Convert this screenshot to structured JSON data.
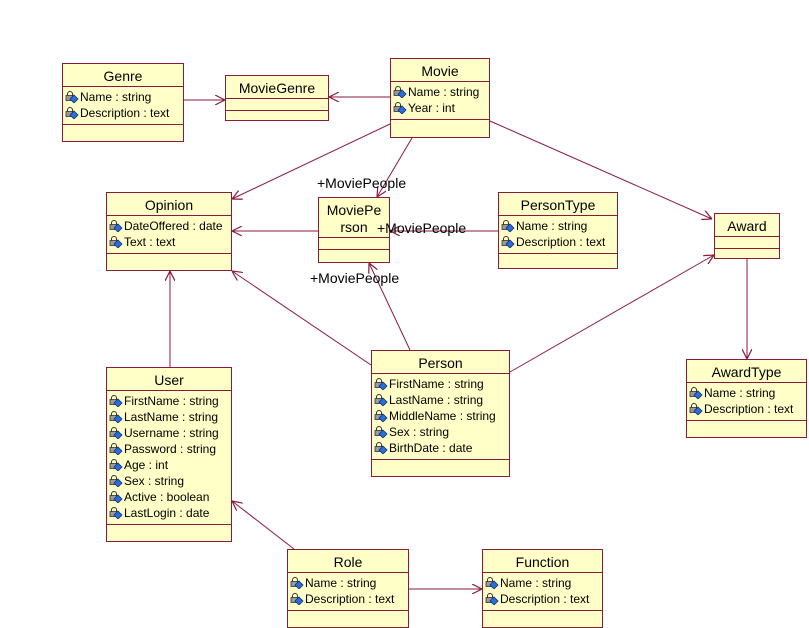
{
  "colors": {
    "class_fill": "#ffffc7",
    "class_border": "#8a1a3a",
    "line": "#8a1a3a",
    "icon_blue": "#2a6fd6"
  },
  "classes": {
    "genre": {
      "name": "Genre",
      "attributes": [
        "Name : string",
        "Description : text"
      ]
    },
    "movie_genre": {
      "name": "MovieGenre",
      "attributes": []
    },
    "movie": {
      "name": "Movie",
      "attributes": [
        "Name : string",
        "Year : int"
      ]
    },
    "opinion": {
      "name": "Opinion",
      "attributes": [
        "DateOffered : date",
        "Text : text"
      ]
    },
    "movie_person": {
      "name_line1": "MoviePe",
      "name_line2": "rson",
      "attributes": []
    },
    "person_type": {
      "name": "PersonType",
      "attributes": [
        "Name : string",
        "Description : text"
      ]
    },
    "award": {
      "name": "Award",
      "attributes": []
    },
    "person": {
      "name": "Person",
      "attributes": [
        "FirstName : string",
        "LastName : string",
        "MiddleName : string",
        "Sex : string",
        "BirthDate : date"
      ]
    },
    "award_type": {
      "name": "AwardType",
      "attributes": [
        "Name : string",
        "Description : text"
      ]
    },
    "user": {
      "name": "User",
      "attributes": [
        "FirstName : string",
        "LastName : string",
        "Username : string",
        "Password : string",
        "Age : int",
        "Sex : string",
        "Active : boolean",
        "LastLogin : date"
      ]
    },
    "role": {
      "name": "Role",
      "attributes": [
        "Name : string",
        "Description : text"
      ]
    },
    "function": {
      "name": "Function",
      "attributes": [
        "Name : string",
        "Description : text"
      ]
    }
  },
  "association_labels": {
    "movie_to_movieperson": "+MoviePeople",
    "persontype_to_movieperson": "+MoviePeople",
    "person_to_movieperson": "+MoviePeople"
  },
  "icon_name": "attribute-icon"
}
